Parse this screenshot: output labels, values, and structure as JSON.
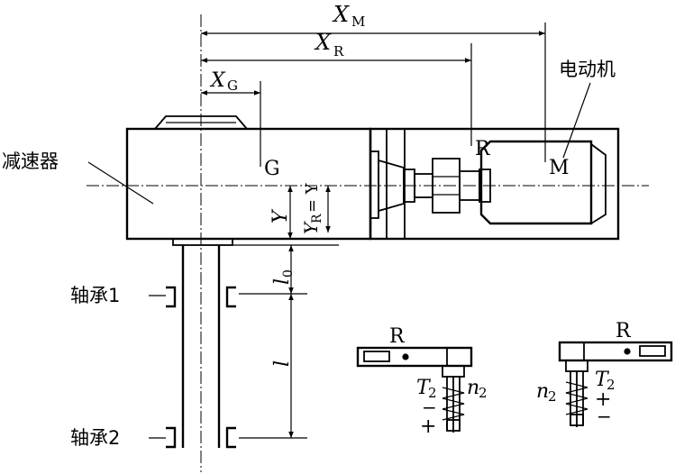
{
  "labels": {
    "xm_main": "X",
    "xm_sub": "M",
    "xr_main": "X",
    "xr_sub": "R",
    "xg_main": "X",
    "xg_sub": "G",
    "motor": "电动机",
    "reducer": "减速器",
    "point_g": "G",
    "point_r": "R",
    "point_m": "M",
    "y_main": "Y",
    "yr_main": "Y",
    "yr_sub": "R",
    "yr_eq": "= Y",
    "l0_main": "l",
    "l0_sub": "0",
    "l_main": "l",
    "bearing1": "轴承1",
    "bearing2": "轴承2",
    "detail_left_r": "R",
    "detail_left_t_main": "T",
    "detail_left_t_sub": "2",
    "detail_left_n_main": "n",
    "detail_left_n_sub": "2",
    "detail_left_minus": "−",
    "detail_left_plus": "+",
    "detail_right_r": "R",
    "detail_right_t_main": "T",
    "detail_right_t_sub": "2",
    "detail_right_n_main": "n",
    "detail_right_n_sub": "2",
    "detail_right_plus": "+",
    "detail_right_minus": "−"
  }
}
